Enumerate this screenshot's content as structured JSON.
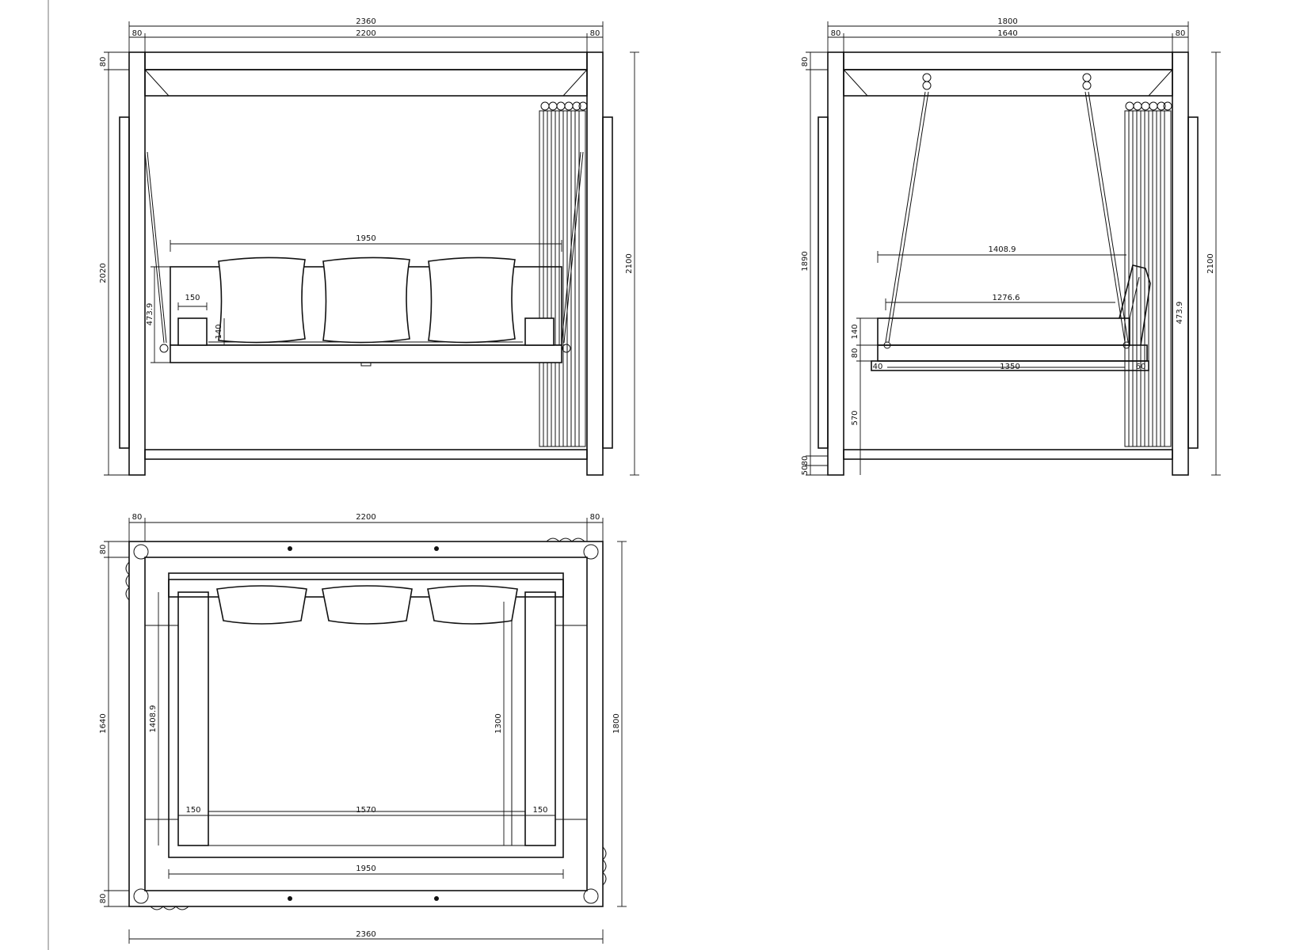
{
  "front_view": {
    "dims": {
      "overall_width": "2360",
      "inner_width": "2200",
      "post_left": "80",
      "post_right": "80",
      "top_beam": "80",
      "post_height": "2020",
      "overall_height": "2100",
      "seat_width": "1950",
      "armrest_width": "150",
      "seat_height": "473.9",
      "seat_thickness": "140"
    }
  },
  "side_view": {
    "dims": {
      "overall_width": "1800",
      "inner_width": "1640",
      "post_left": "80",
      "post_right": "80",
      "top_beam": "80",
      "post_height": "1890",
      "overall_height": "2100",
      "back_depth": "1408.9",
      "seat_depth": "1276.6",
      "base_depth": "1350",
      "base_left": "40",
      "base_right": "60",
      "cushion": "140",
      "frame": "80",
      "seat_rail_height": "473.9",
      "ground_clearance": "570",
      "bottom_beam": "80",
      "foot": "50"
    }
  },
  "top_view": {
    "dims": {
      "post_left": "80",
      "inner_width": "2200",
      "post_right": "80",
      "top_margin": "80",
      "inner_depth": "1640",
      "seat_depth": "1408.9",
      "inner_seat_depth": "1300",
      "overall_depth": "1800",
      "armrest_left": "150",
      "seat_inner_width": "1570",
      "armrest_right": "150",
      "seat_width": "1950",
      "bottom_margin": "80",
      "overall_width": "2360"
    }
  }
}
